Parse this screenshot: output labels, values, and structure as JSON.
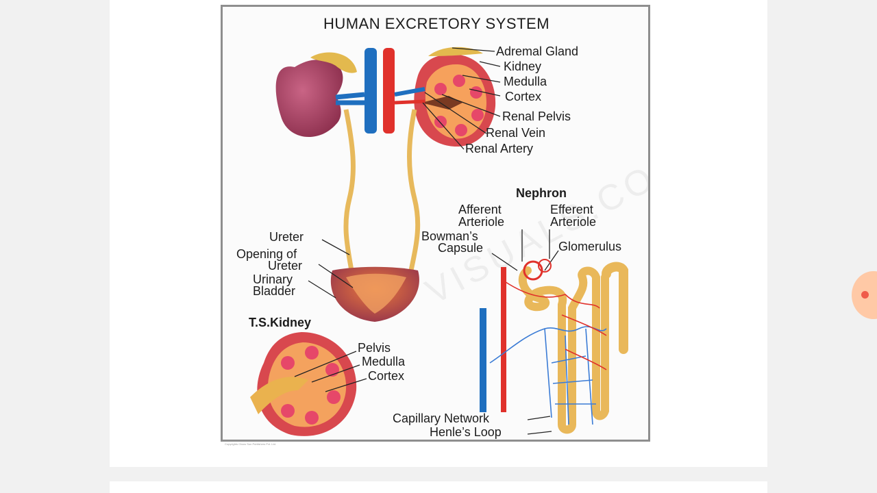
{
  "poster": {
    "title": "HUMAN EXCRETORY SYSTEM",
    "watermark": "VISUALS.COM",
    "copyright": "Copyrights Charu Sun Publishers Pvt. Ltd.",
    "kidney_labels": {
      "adrenal_gland": "Adremal Gland",
      "kidney": "Kidney",
      "medulla": "Medulla",
      "cortex": "Cortex",
      "renal_pelvis": "Renal Pelvis",
      "renal_vein": "Renal Vein",
      "renal_artery": "Renal Artery"
    },
    "bladder_labels": {
      "ureter": "Ureter",
      "opening_line1": "Opening of",
      "opening_line2": "Ureter",
      "bladder_line1": "Urinary",
      "bladder_line2": "Bladder"
    },
    "ts_kidney": {
      "heading": "T.S.Kidney",
      "pelvis": "Pelvis",
      "medulla": "Medulla",
      "cortex": "Cortex"
    },
    "nephron": {
      "heading": "Nephron",
      "afferent_line1": "Afferent",
      "afferent_line2": "Arteriole",
      "efferent_line1": "Efferent",
      "efferent_line2": "Arteriole",
      "bowman_line1": "Bowman’s",
      "bowman_line2": "Capsule",
      "glomerulus": "Glomerulus",
      "capillary_network": "Capillary Network",
      "henles_loop": "Henle’s Loop"
    }
  },
  "colors": {
    "page_bg": "#f1f1f1",
    "card_bg": "#ffffff",
    "artery_red": "#e0312b",
    "vein_blue": "#1f6fbf",
    "kidney_maroon": "#b4476a",
    "ureter_tan": "#e7b95c",
    "float_button": "#ffc9a6"
  }
}
